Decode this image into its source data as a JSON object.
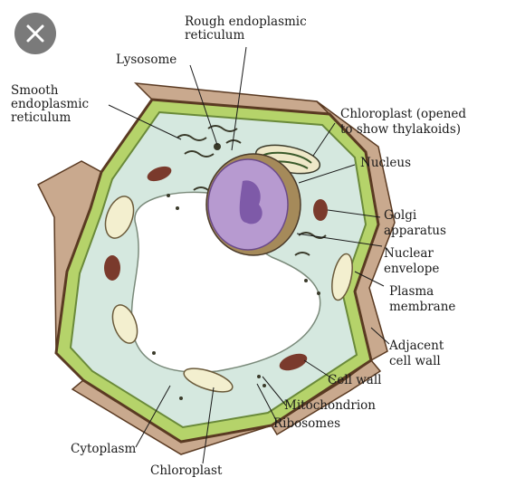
{
  "close_button": {
    "icon": "close-icon",
    "color": "#7a7a7a"
  },
  "colors": {
    "cell_wall": "#c9a98e",
    "wall_border": "#5a3a22",
    "plasma_membrane": "#b5d36a",
    "cytoplasm": "#d5e8df",
    "vacuole": "#ffffff",
    "nucleus": "#b79ad0",
    "nucleolus": "#7e5aa8",
    "chloroplast": "#f3efcf",
    "mitochondrion": "#7a3a2c"
  },
  "labels": {
    "rough_er": [
      "Rough endoplasmic",
      "reticulum"
    ],
    "lysosome": [
      "Lysosome"
    ],
    "smooth_er": [
      "Smooth",
      "endoplasmic",
      "reticulum"
    ],
    "chloroplast_opened": [
      "Chloroplast (opened",
      "to show thylakoids)"
    ],
    "nucleus": [
      "Nucleus"
    ],
    "golgi": [
      "Golgi",
      "apparatus"
    ],
    "nuclear_envelope": [
      "Nuclear",
      "envelope"
    ],
    "plasma_membrane": [
      "Plasma",
      "membrane"
    ],
    "adjacent_cell_wall": [
      "Adjacent",
      "cell wall"
    ],
    "cell_wall": [
      "Cell wall"
    ],
    "mitochondrion": [
      "Mitochondrion"
    ],
    "ribosomes": [
      "Ribosomes"
    ],
    "cytoplasm": [
      "Cytoplasm"
    ],
    "chloroplast": [
      "Chloroplast"
    ]
  }
}
